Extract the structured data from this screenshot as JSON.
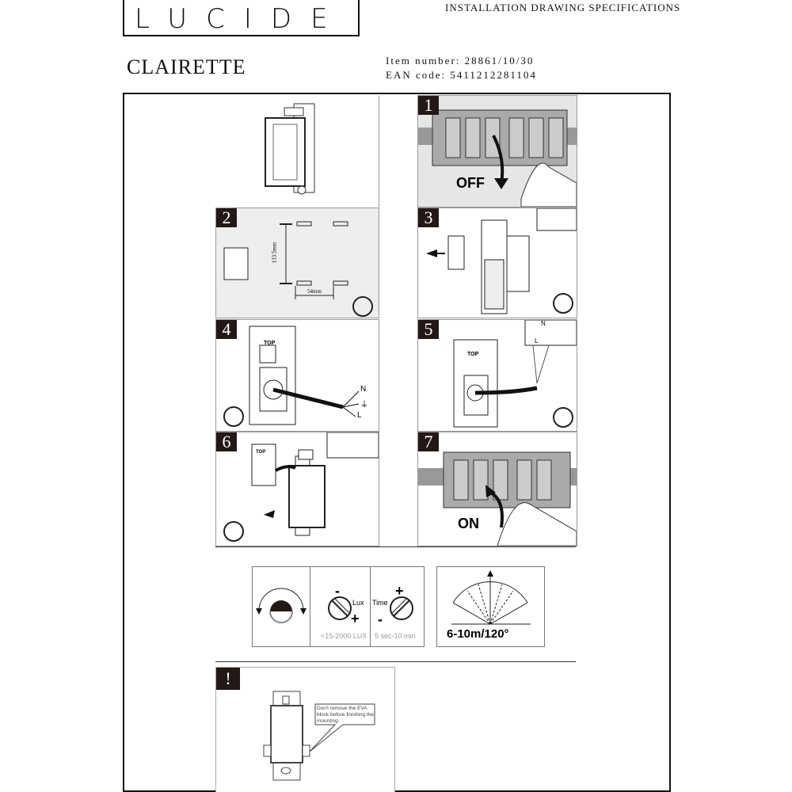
{
  "header": {
    "brand": "LUCIDE",
    "doc_title": "INSTALLATION DRAWING SPECIFICATIONS",
    "product_name": "CLAIRETTE",
    "item_number": "Item number: 28861/10/30",
    "ean_code": "EAN code: 5411212281104"
  },
  "steps": [
    {
      "number": "1",
      "label": "OFF"
    },
    {
      "number": "2",
      "height_dim": "133.5mm",
      "width_dim": "54mm"
    },
    {
      "number": "3"
    },
    {
      "number": "4",
      "top_label": "TOP",
      "wires": [
        "N",
        "⏚",
        "L"
      ]
    },
    {
      "number": "5",
      "top_label": "TOP",
      "wires": [
        "N",
        "L"
      ]
    },
    {
      "number": "6",
      "top_label": "TOP"
    },
    {
      "number": "7",
      "label": "ON"
    }
  ],
  "sensor": {
    "lux_label": "Lux",
    "lux_range": "<15-2000 LUX",
    "time_label": "Time",
    "time_range": "5 sec-10 min",
    "minus": "-",
    "plus": "+",
    "detection": "6-10m/120°"
  },
  "warning": {
    "symbol": "!",
    "note": "Don't remove the EVA block before finishing the mounting."
  }
}
